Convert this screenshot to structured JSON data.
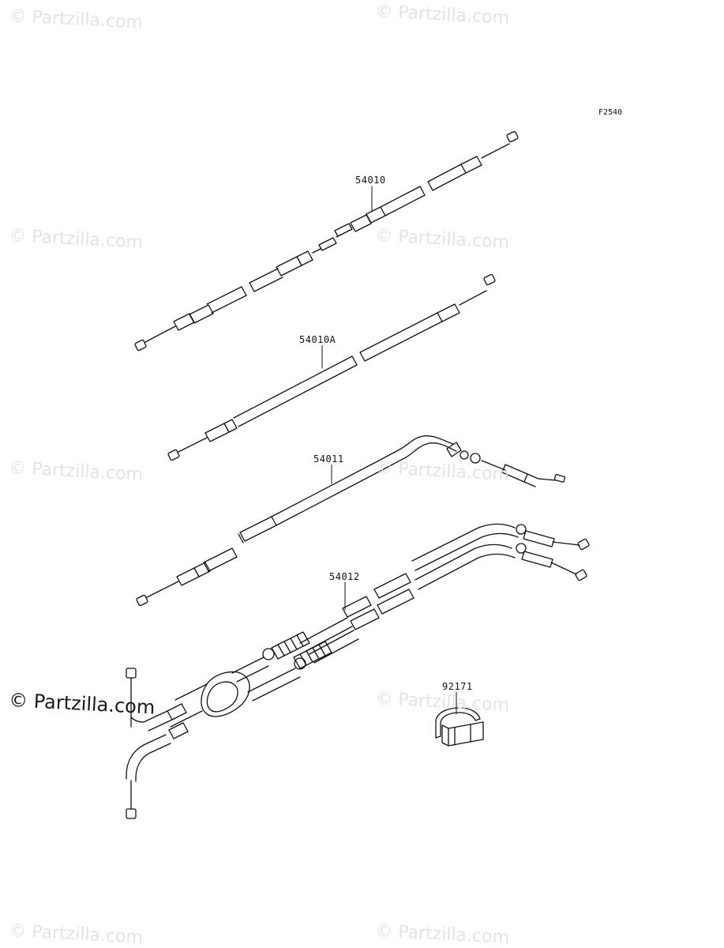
{
  "figure_code": "F2540",
  "watermark_text": "© Partzilla.com",
  "parts": [
    {
      "id": "part-54010",
      "number": "54010"
    },
    {
      "id": "part-54010a",
      "number": "54010A"
    },
    {
      "id": "part-54011",
      "number": "54011"
    },
    {
      "id": "part-54012",
      "number": "54012"
    },
    {
      "id": "part-92171",
      "number": "92171"
    }
  ],
  "colors": {
    "line": "#111111",
    "watermark": "#e3e3e3"
  }
}
